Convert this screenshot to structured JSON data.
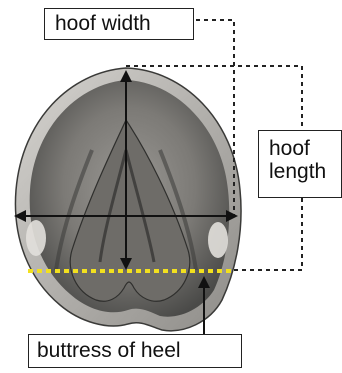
{
  "labels": {
    "hoof_width": "hoof width",
    "hoof_length_line1": "hoof",
    "hoof_length_line2": "length",
    "buttress_of_heel": "buttress of heel"
  },
  "colors": {
    "hoof_dark": "#4a4a48",
    "hoof_mid": "#8c8a86",
    "hoof_light": "#c8c6c2",
    "frog_dark": "#2f2f2d",
    "dotted_line": "#222222",
    "heel_line": "#f2e01e",
    "arrow": "#111111"
  }
}
